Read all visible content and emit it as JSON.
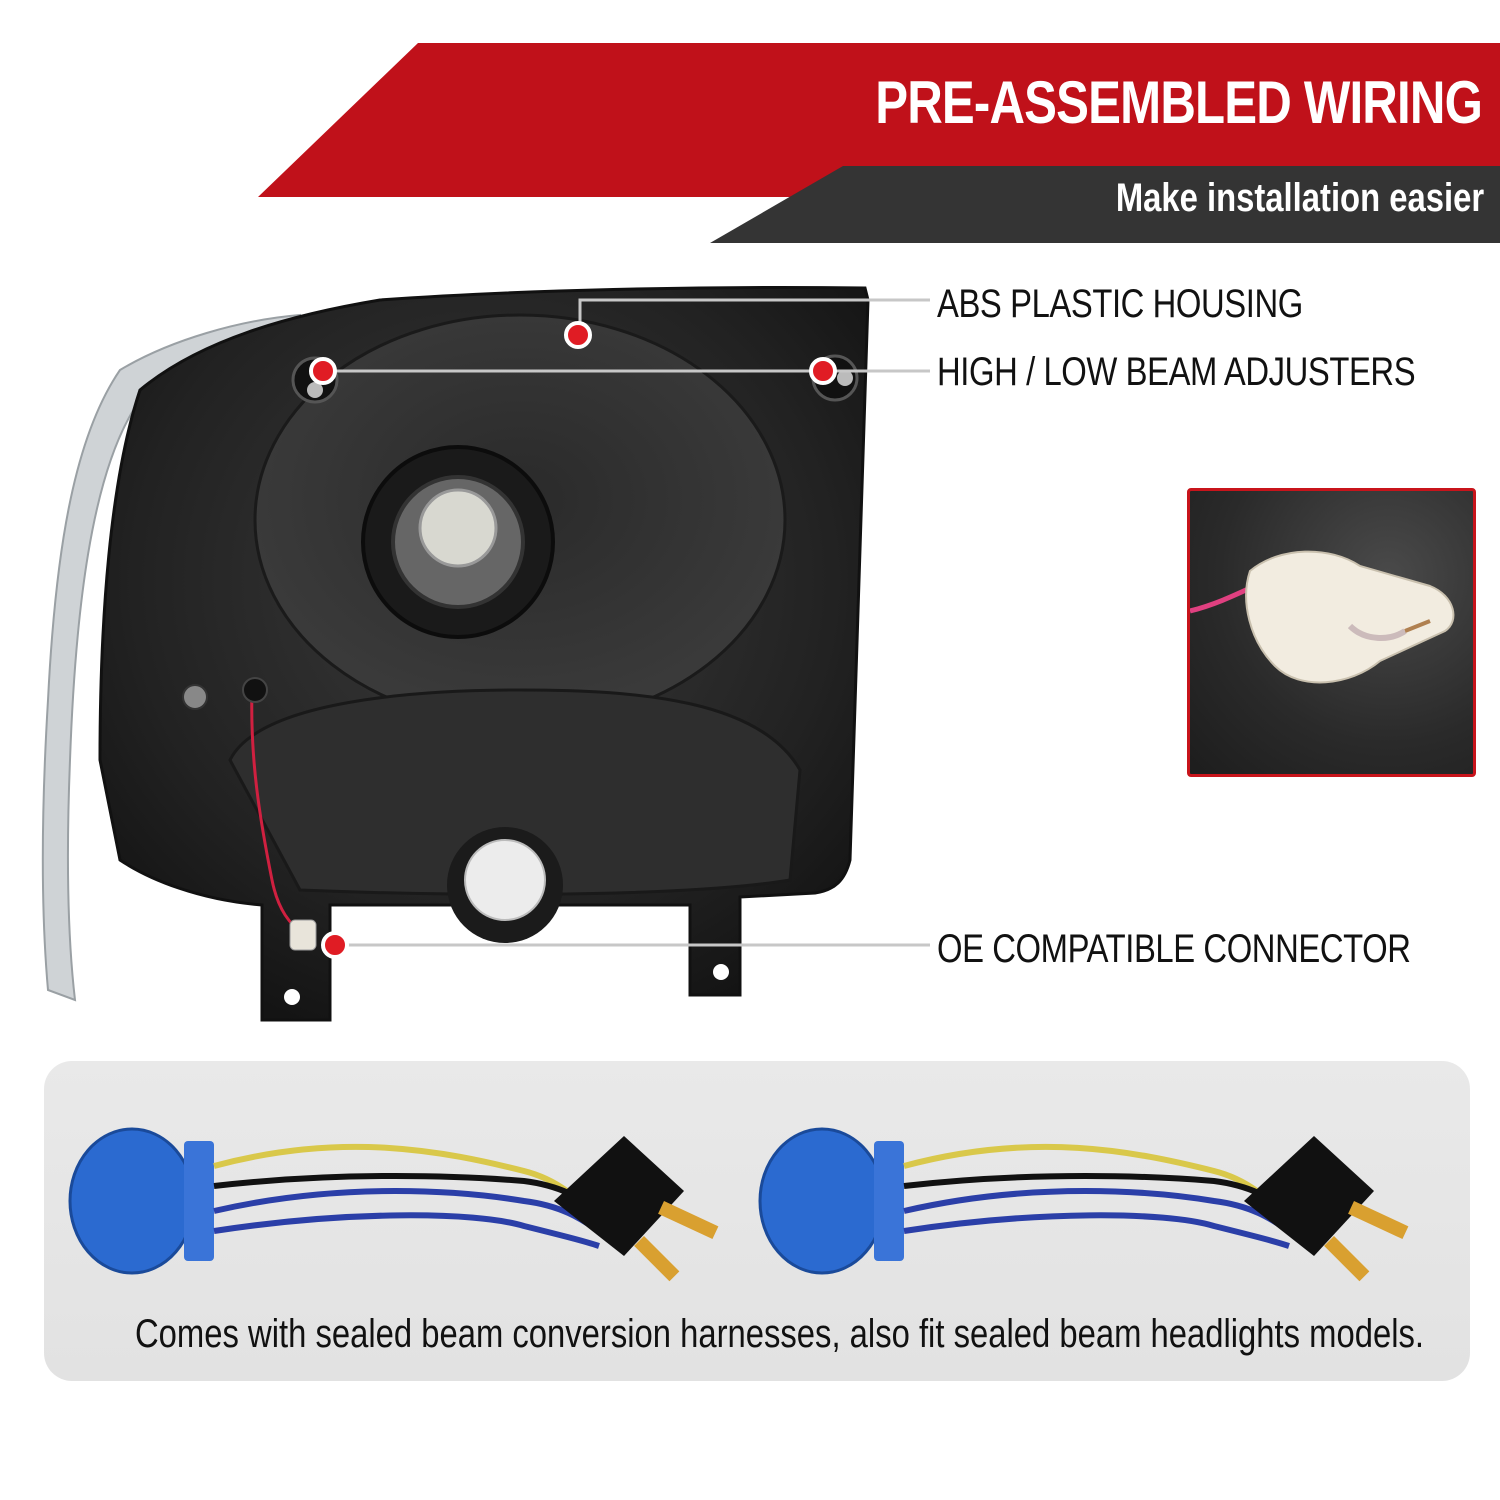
{
  "banner": {
    "title": "PRE-ASSEMBLED WIRING",
    "subtitle": "Make installation easier",
    "red_color": "#c0111a",
    "dark_color": "#333333"
  },
  "callouts": [
    {
      "label": "ABS PLASTIC HOUSING"
    },
    {
      "label": "HIGH / LOW BEAM ADJUSTERS"
    },
    {
      "label": "OE COMPATIBLE CONNECTOR"
    }
  ],
  "colors": {
    "marker_red": "#e01c24",
    "housing_black": "#1e1e1e",
    "harness_blue": "#1e63c9"
  },
  "harness_panel": {
    "caption": "Comes with sealed beam conversion harnesses, also fit sealed beam headlights models."
  }
}
